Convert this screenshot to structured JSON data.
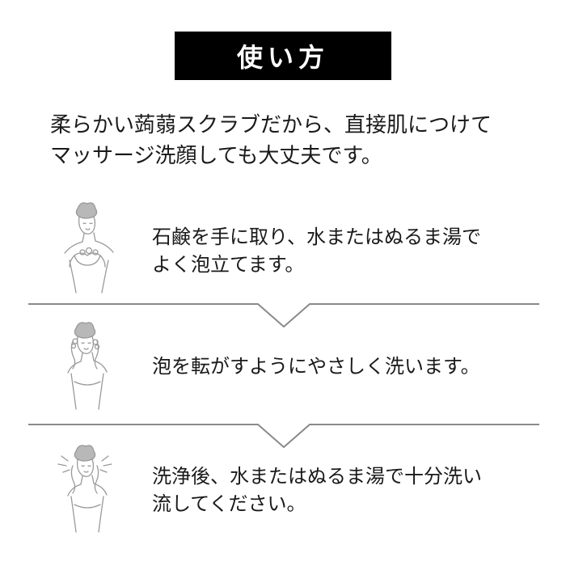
{
  "title": "使い方",
  "intro": {
    "line1": "柔らかい蒟蒻スクラブだから、直接肌につけて",
    "line2": "マッサージ洗顔しても大丈夫です。"
  },
  "steps": [
    {
      "line1": "石鹸を手に取り、水またはぬるま湯で",
      "line2": "よく泡立てます。",
      "illustration": "woman-lathering-soap-illustration"
    },
    {
      "line1": "泡を転がすようにやさしく洗います。",
      "illustration": "woman-washing-face-illustration"
    },
    {
      "line1": "洗浄後、水またはぬるま湯で十分洗い",
      "line2": "流してください。",
      "illustration": "woman-rinsing-face-illustration"
    }
  ],
  "colors": {
    "title_bg": "#000000",
    "title_text": "#ffffff",
    "divider": "#8a8a8a",
    "illustration_line": "#9a9a9a"
  }
}
